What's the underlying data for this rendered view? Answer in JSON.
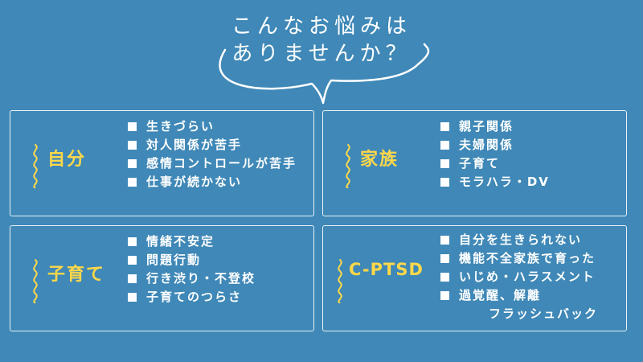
{
  "header": {
    "line1": "こんなお悩みは",
    "line2": "ありませんか？"
  },
  "colors": {
    "background": "#3f88b7",
    "accent": "#ffd84a",
    "text": "#ffffff"
  },
  "cards": [
    {
      "icon": "squiggle-icon",
      "title": "自分",
      "items": [
        "生きづらい",
        "対人関係が苦手",
        "感情コントロールが苦手",
        "仕事が続かない"
      ]
    },
    {
      "icon": "squiggle-icon",
      "title": "家族",
      "items": [
        "親子関係",
        "夫婦関係",
        "子育て",
        "モラハラ・DV"
      ]
    },
    {
      "icon": "squiggle-icon",
      "title": "子育て",
      "items": [
        "情緒不安定",
        "問題行動",
        "行き渋り・不登校",
        "子育てのつらさ"
      ]
    },
    {
      "icon": "squiggle-icon",
      "title": "C-PTSD",
      "items": [
        "自分を生きられない",
        "機能不全家族で育った",
        "いじめ・ハラスメント",
        "過覚醒、解離"
      ],
      "continuation": "フラッシュバック"
    }
  ]
}
